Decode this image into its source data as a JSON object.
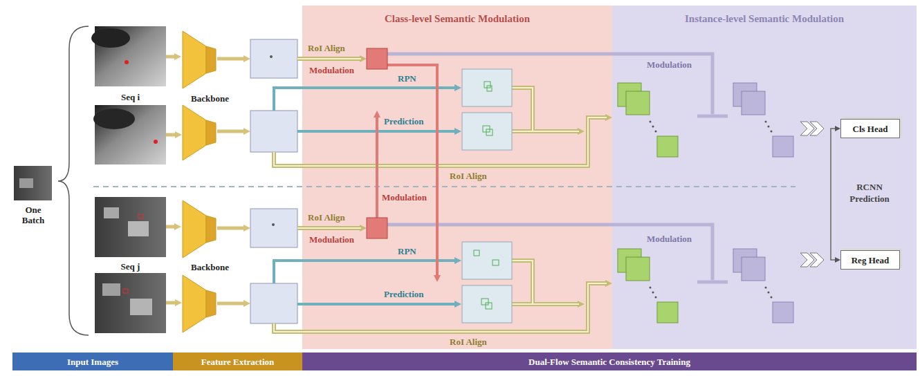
{
  "diagram": {
    "nodes": [
      {
        "text": [
          "Class-level Semantic Modulation"
        ]
      },
      {
        "text": [
          "Instance-level Semantic Modulation"
        ]
      },
      {
        "text": [
          "One Batch"
        ]
      },
      {
        "text": [
          "Seq i"
        ]
      },
      {
        "text": [
          "Backbone"
        ]
      },
      {
        "text": [
          "Seq j"
        ]
      },
      {
        "text": [
          "Backbone"
        ]
      },
      {
        "text": [
          "Cls Head"
        ],
        "in": 1
      },
      {
        "text": [
          "Reg Head"
        ],
        "in": 1
      },
      {
        "text": [
          "Input Images"
        ]
      },
      {
        "text": [
          "Feature Extraction"
        ]
      },
      {
        "text": [
          "Dual-Flow Semantic Consistency Training"
        ]
      }
    ],
    "edges": [
      {
        "from": 3,
        "to": 4,
        "arrow": "to"
      },
      {
        "from": 5,
        "to": 6,
        "arrow": "to"
      },
      {
        "from": 7,
        "to": 8,
        "label": "RCNN Prediction",
        "arrow": "both"
      }
    ],
    "labels": [
      "RoI Align",
      "Modulation",
      "RPN",
      "Prediction",
      "RoI Align",
      "Modulation",
      "RoI Align",
      "Modulation",
      "RPN",
      "Prediction",
      "RoI Align",
      "Modulation",
      "Modulation"
    ]
  }
}
